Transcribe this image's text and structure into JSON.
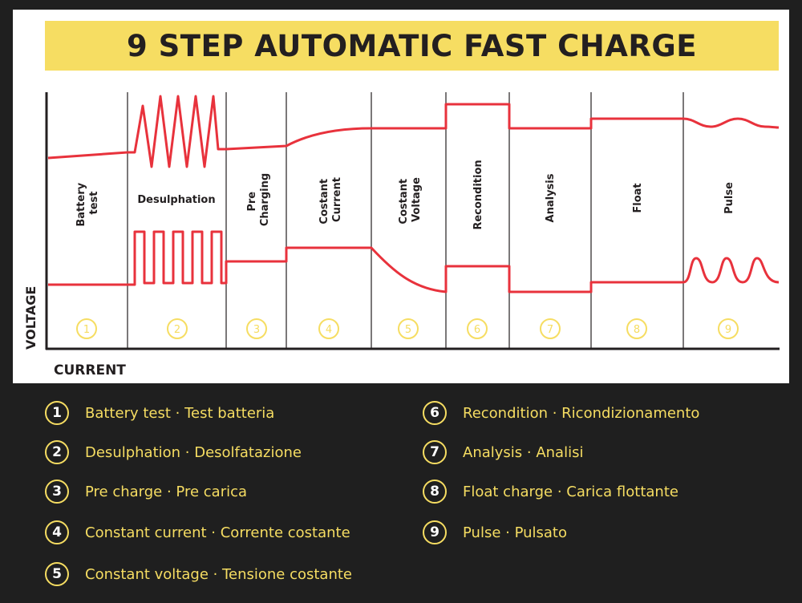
{
  "title": "9 STEP AUTOMATIC FAST CHARGE",
  "axes": {
    "y_label": "VOLTAGE",
    "x_label": "CURRENT"
  },
  "steps": [
    {
      "number": "1",
      "lines": [
        "Battery",
        "test"
      ]
    },
    {
      "number": "2",
      "lines": [
        "Desulphation"
      ]
    },
    {
      "number": "3",
      "lines": [
        "Pre",
        "Charging"
      ]
    },
    {
      "number": "4",
      "lines": [
        "Costant",
        "Current"
      ]
    },
    {
      "number": "5",
      "lines": [
        "Costant",
        "Voltage"
      ]
    },
    {
      "number": "6",
      "lines": [
        "Recondition"
      ]
    },
    {
      "number": "7",
      "lines": [
        "Analysis"
      ]
    },
    {
      "number": "8",
      "lines": [
        "Float"
      ]
    },
    {
      "number": "9",
      "lines": [
        "Pulse"
      ]
    }
  ],
  "legend": [
    {
      "number": "1",
      "text": "Battery test · Test batteria"
    },
    {
      "number": "2",
      "text": "Desulphation · Desolfatazione"
    },
    {
      "number": "3",
      "text": "Pre charge · Pre carica"
    },
    {
      "number": "4",
      "text": "Constant current · Corrente costante"
    },
    {
      "number": "5",
      "text": "Constant voltage · Tensione costante"
    },
    {
      "number": "6",
      "text": "Recondition · Ricondizionamento"
    },
    {
      "number": "7",
      "text": "Analysis · Analisi"
    },
    {
      "number": "8",
      "text": "Float charge · Carica flottante"
    },
    {
      "number": "9",
      "text": "Pulse · Pulsato"
    }
  ],
  "colors": {
    "accent_yellow": "#f6dd62",
    "curve_red": "#e8323c",
    "background": "#1f1f1f",
    "panel": "#ffffff",
    "text_dark": "#231f20"
  }
}
